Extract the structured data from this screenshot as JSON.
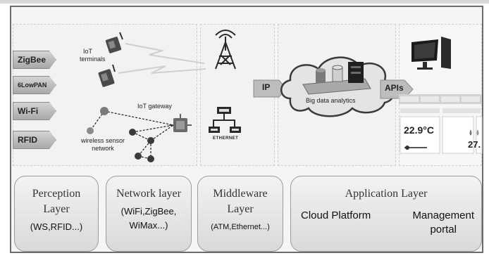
{
  "protocols": [
    "ZigBee",
    "6LowPAN",
    "Wi-Fi",
    "RFID"
  ],
  "labels": {
    "iot_terminals": [
      "IoT",
      "terminals"
    ],
    "iot_gateway": "IoT gateway",
    "wsn": [
      "wireless sensor",
      "network"
    ],
    "ethernet": "ETHERNET",
    "ip": "IP",
    "apis": "APIs",
    "big_data": "Big data analytics"
  },
  "dashboard": {
    "temperature": "22.9°C",
    "temperature_partial": "27."
  },
  "layers": [
    {
      "title": [
        "Perception",
        "Layer"
      ],
      "sub": [
        "(WS,RFID...)"
      ]
    },
    {
      "title": [
        "Network layer"
      ],
      "sub": [
        "(WiFi,ZigBee,",
        "WiMax...)"
      ]
    },
    {
      "title": [
        "Middleware",
        "Layer"
      ],
      "sub": [
        "(ATM,Ethernet...)"
      ]
    },
    {
      "title": [
        "Application Layer"
      ],
      "sub_left": [
        "Cloud Platform"
      ],
      "sub_right": [
        "Management",
        "portal"
      ]
    }
  ]
}
